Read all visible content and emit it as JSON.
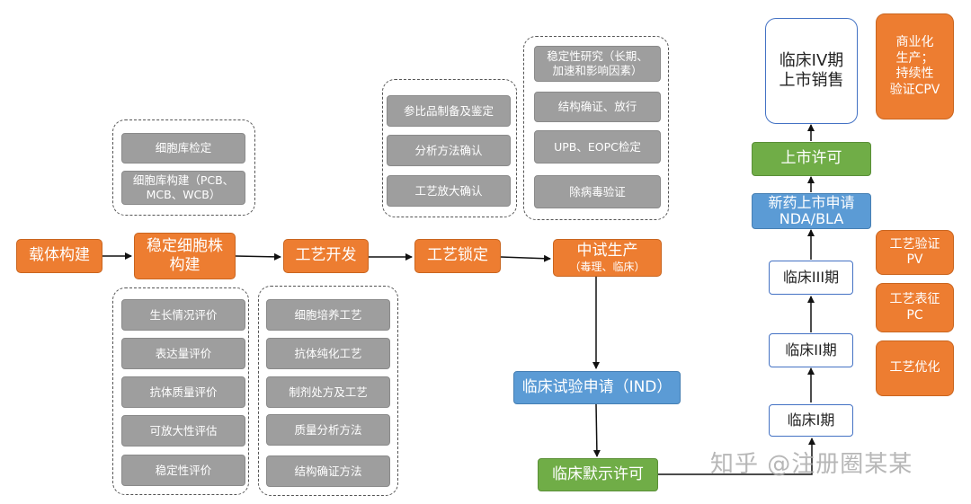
{
  "flow": {
    "vector_construction": "载体构建",
    "stable_cell_line": "稳定细胞株\n构建",
    "process_development": "工艺开发",
    "process_lock": "工艺锁定",
    "pilot_production": "中试生产",
    "pilot_production_sub": "（毒理、临床）",
    "ind": "临床试验申请（IND）",
    "implied_permission": "临床默示许可",
    "phase1": "临床I期",
    "phase2": "临床II期",
    "phase3": "临床III期",
    "nda_bla": "新药上市申请\nNDA/BLA",
    "market_approval": "上市许可",
    "phase4": "临床IV期\n上市销售"
  },
  "groups": {
    "cell_bank": [
      "细胞库检定",
      "细胞库构建（PCB、\nMCB、WCB）"
    ],
    "evaluation": [
      "生长情况评价",
      "表达量评价",
      "抗体质量评价",
      "可放大性评估",
      "稳定性评价"
    ],
    "process": [
      "细胞培养工艺",
      "抗体纯化工艺",
      "制剂处方及工艺",
      "质量分析方法",
      "结构确证方法"
    ],
    "lock_tasks": [
      "参比品制备及鉴定",
      "分析方法确认",
      "工艺放大确认"
    ],
    "pilot_tasks": [
      "稳定性研究（长期、\n加速和影响因素）",
      "结构确证、放行",
      "UPB、EOPC检定",
      "除病毒验证"
    ]
  },
  "right_panel": {
    "commercial": "商业化\n生产；\n持续性\n验证CPV",
    "pv": "工艺验证\nPV",
    "pc": "工艺表征\nPC",
    "optimization": "工艺优化"
  },
  "watermark": "知乎 @注册圈某某",
  "colors": {
    "orange": "#ED7D31",
    "gray": "#9E9E9E",
    "blue": "#5B9BD5",
    "green": "#70AD47",
    "outline": "#4472C4"
  }
}
